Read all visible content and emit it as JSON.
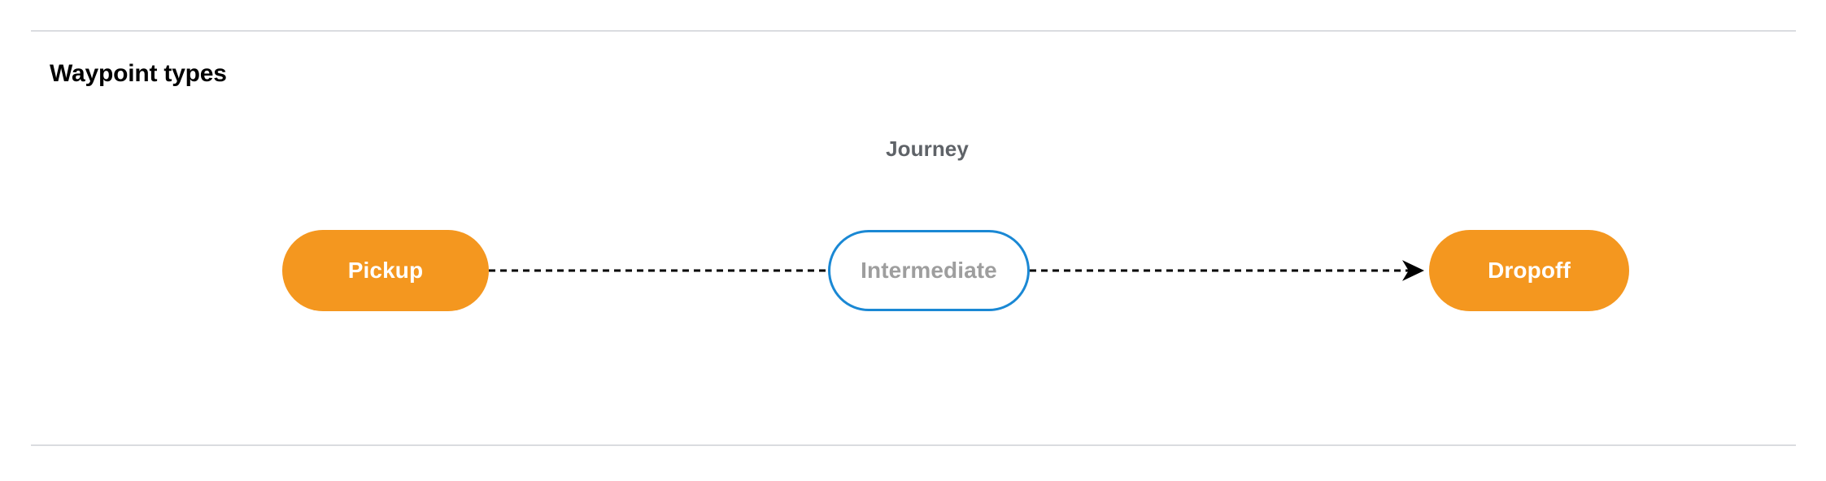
{
  "section": {
    "title": "Waypoint types"
  },
  "diagram": {
    "group_label": "Journey",
    "nodes": [
      {
        "id": "pickup",
        "label": "Pickup",
        "style": "filled",
        "fill_color": "#F4971F",
        "text_color": "#FFFFFF"
      },
      {
        "id": "intermediate",
        "label": "Intermediate",
        "style": "outlined",
        "fill_color": "#FFFFFF",
        "border_color": "#1A88D4",
        "text_color": "#9E9E9E"
      },
      {
        "id": "dropoff",
        "label": "Dropoff",
        "style": "filled",
        "fill_color": "#F4971F",
        "text_color": "#FFFFFF"
      }
    ],
    "connectors": [
      {
        "id": "pickup-to-intermediate",
        "from": "pickup",
        "to": "intermediate",
        "line_style": "dashed",
        "color": "#000000",
        "arrowhead": false
      },
      {
        "id": "intermediate-to-dropoff",
        "from": "intermediate",
        "to": "dropoff",
        "line_style": "dashed",
        "color": "#000000",
        "arrowhead": true
      }
    ]
  },
  "colors": {
    "accent_orange": "#F4971F",
    "accent_blue": "#1A88D4",
    "muted_text": "#9E9E9E",
    "label_text": "#5F6368",
    "rule": "#DADCE0",
    "background": "#FFFFFF"
  }
}
